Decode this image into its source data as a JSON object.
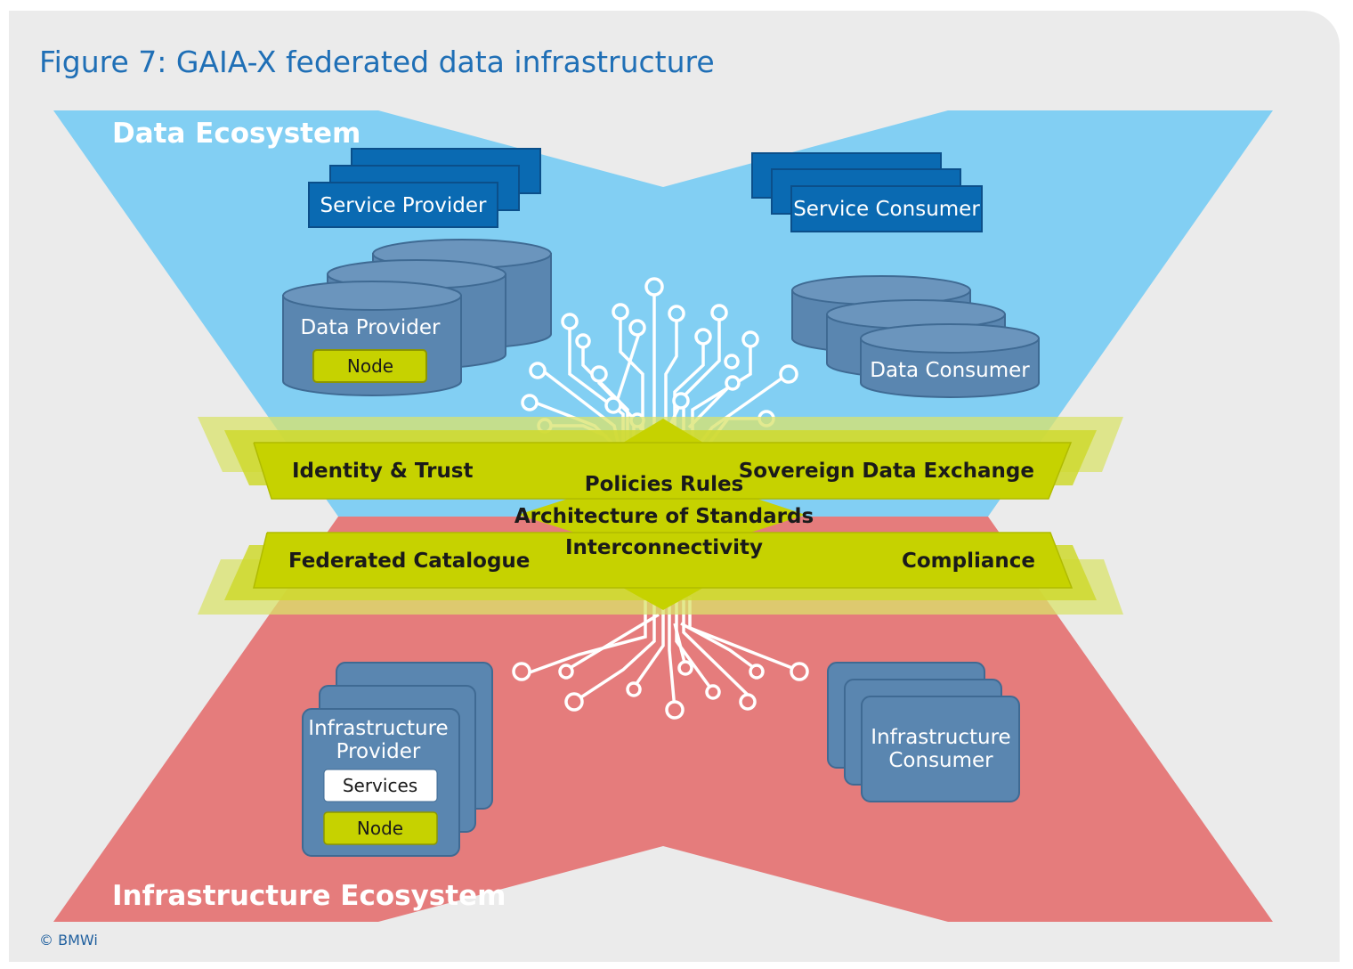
{
  "figure": {
    "title": "Figure 7: GAIA-X federated data infrastructure",
    "copyright": "© BMWi"
  },
  "ecosystems": {
    "data": "Data Ecosystem",
    "infrastructure": "Infrastructure Ecosystem"
  },
  "data_ecosystem": {
    "service_provider": "Service Provider",
    "service_consumer": "Service Consumer",
    "data_provider": "Data Provider",
    "data_provider_node": "Node",
    "data_consumer": "Data Consumer"
  },
  "core_layer": {
    "identity_trust": "Identity & Trust",
    "sovereign_data_exchange": "Sovereign Data Exchange",
    "federated_catalogue": "Federated Catalogue",
    "compliance": "Compliance",
    "policies_rules": "Policies Rules",
    "architecture_of_standards": "Architecture of Standards",
    "interconnectivity": "Interconnectivity"
  },
  "infrastructure_ecosystem": {
    "provider_line1": "Infrastructure",
    "provider_line2": "Provider",
    "provider_services": "Services",
    "provider_node": "Node",
    "consumer_line1": "Infrastructure",
    "consumer_line2": "Consumer"
  },
  "colors": {
    "background": "#ebebeb",
    "data_ecosystem": "#82cff3",
    "infrastructure_ecosystem": "#e57c7c",
    "service_box": "#0a6ab2",
    "cylinder": "#5a86b0",
    "core_band": "#c6d200",
    "title": "#1f6fb6"
  }
}
